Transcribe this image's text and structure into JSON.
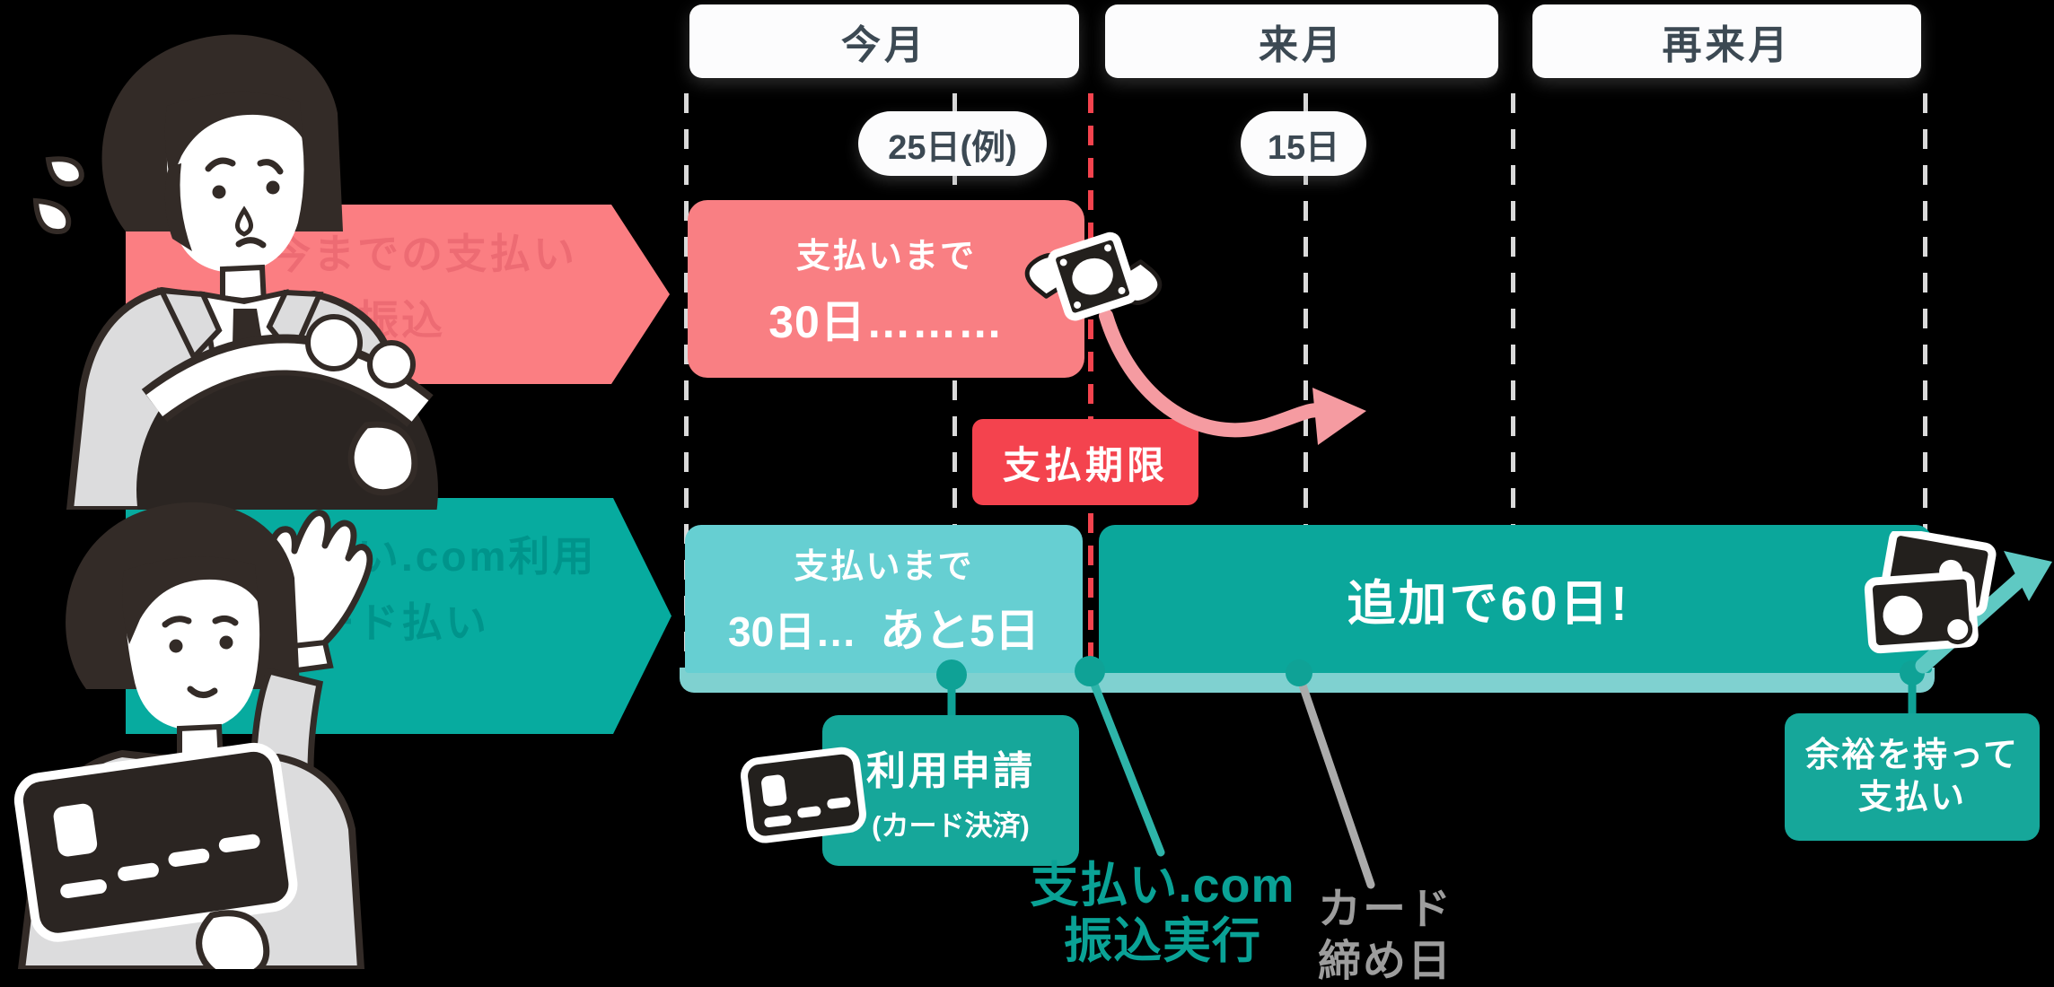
{
  "colors": {
    "background": "#000000",
    "header_text": "#3C4953",
    "pink_banner": "#FB7E82",
    "pink_box": "#F97F83",
    "red_accent": "#F4434E",
    "pink_arrow": "#F59BA1",
    "teal_banner": "#07AB9F",
    "teal_dark_box": "#0BA79B",
    "teal_light_box": "#66CFD2",
    "teal_badge": "#16A79A",
    "teal_text": "#0AA296",
    "gray_text": "#9D9D9D"
  },
  "months": [
    {
      "label": "今月"
    },
    {
      "label": "来月"
    },
    {
      "label": "再来月"
    }
  ],
  "pills": [
    {
      "label": "25日(例)"
    },
    {
      "label": "15日"
    }
  ],
  "before": {
    "banner_line1": "今までの支払い",
    "banner_line2": "口座振込",
    "box_line1": "支払いまで",
    "box_line2": "30日………",
    "deadline": "支払期限"
  },
  "after": {
    "banner_line1": "支払い.com利用",
    "banner_line2": "カード払い",
    "wait_line1": "支払いまで",
    "wait_line2a": "30日…",
    "wait_line2b": "あと5日",
    "extra": "追加で60日!",
    "apply": "利用申請",
    "apply_sub": "(カード決済)",
    "exec_line1": "支払い.com",
    "exec_line2": "振込実行",
    "closing_line1": "カード",
    "closing_line2": "締め日",
    "relief_line1": "余裕を持って",
    "relief_line2": "支払い"
  },
  "icons": {
    "flying_money": "flying-money-icon",
    "money_growth": "money-with-arrow-icon",
    "credit_card": "credit-card-icon"
  }
}
